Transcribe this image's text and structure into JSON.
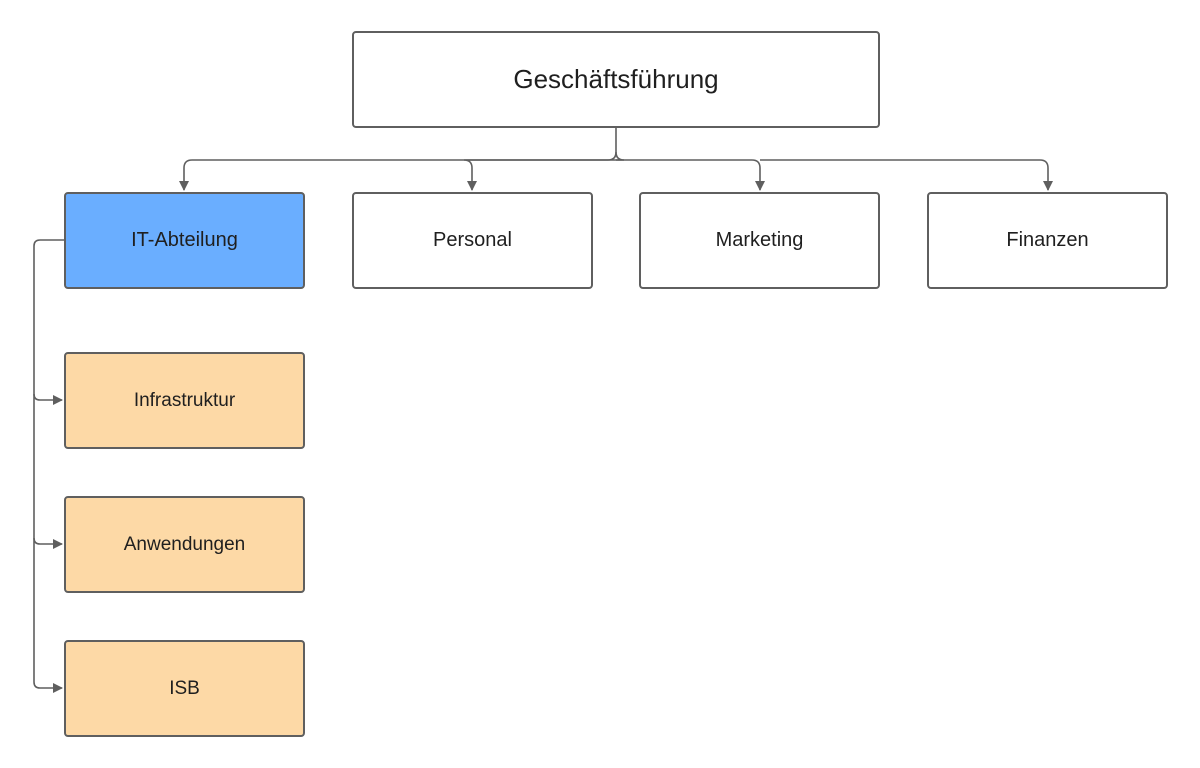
{
  "diagram": {
    "root": {
      "label": "Geschäftsführung"
    },
    "departments": [
      {
        "label": "IT-Abteilung",
        "color": "#6aaeff",
        "selected": true
      },
      {
        "label": "Personal",
        "color": "#ffffff"
      },
      {
        "label": "Marketing",
        "color": "#ffffff"
      },
      {
        "label": "Finanzen",
        "color": "#ffffff"
      }
    ],
    "it_subunits": [
      {
        "label": "Infrastruktur",
        "color": "#fdd9a6"
      },
      {
        "label": "Anwendungen",
        "color": "#fdd9a6"
      },
      {
        "label": "ISB",
        "color": "#fdd9a6"
      }
    ],
    "colors": {
      "border": "#5f5f5f",
      "connector": "#5f5f5f",
      "highlight": "#6aaeff",
      "subunit": "#fdd9a6"
    }
  }
}
